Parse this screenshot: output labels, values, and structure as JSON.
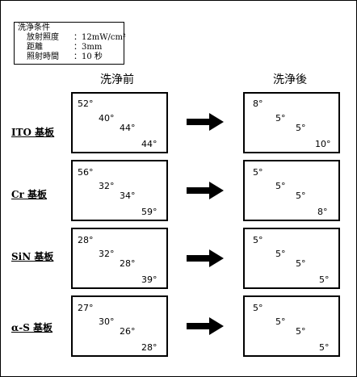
{
  "conditions": {
    "title": "洗浄条件",
    "rows": [
      {
        "label": "放射照度",
        "value": "：12mW/cm²"
      },
      {
        "label": "距離",
        "value": "：3mm"
      },
      {
        "label": "照射時間",
        "value": "：10 秒"
      }
    ]
  },
  "headers": {
    "before": "洗浄前",
    "after": "洗浄後"
  },
  "substrates": [
    {
      "label": "ITO 基板",
      "before": [
        "52°",
        "40°",
        "44°",
        "44°"
      ],
      "after": [
        "8°",
        "5°",
        "5°",
        "10°"
      ]
    },
    {
      "label": "Cr 基板",
      "before": [
        "56°",
        "32°",
        "34°",
        "59°"
      ],
      "after": [
        "5°",
        "5°",
        "5°",
        "8°"
      ]
    },
    {
      "label": "SiN 基板",
      "before": [
        "28°",
        "32°",
        "28°",
        "39°"
      ],
      "after": [
        "5°",
        "5°",
        "5°",
        "5°"
      ]
    },
    {
      "label": "α-S 基板",
      "before": [
        "27°",
        "30°",
        "26°",
        "28°"
      ],
      "after": [
        "5°",
        "5°",
        "5°",
        "5°"
      ]
    }
  ]
}
